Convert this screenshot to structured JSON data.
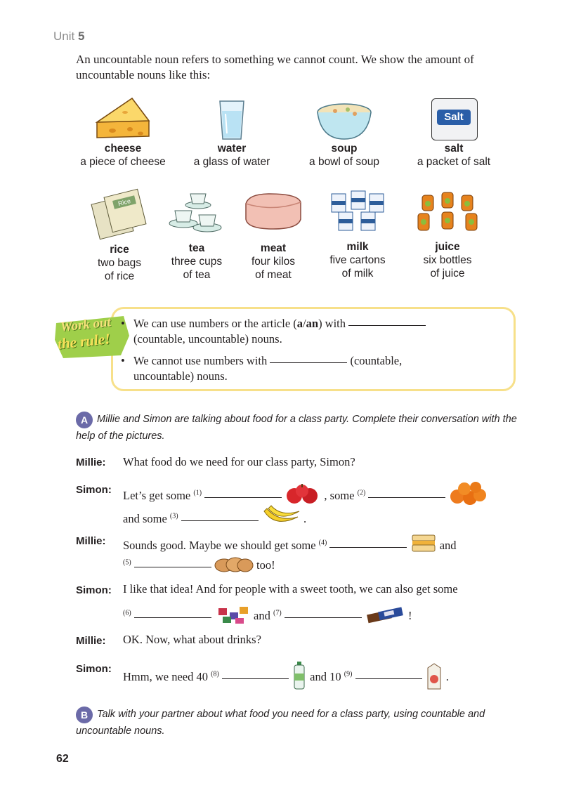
{
  "header": {
    "unit_label": "Unit",
    "unit_number": "5"
  },
  "intro": "An uncountable noun refers to something we cannot count. We show the amount of uncountable nouns like this:",
  "foods_row1": [
    {
      "name": "cheese",
      "desc": "a piece of cheese"
    },
    {
      "name": "water",
      "desc": "a glass of water"
    },
    {
      "name": "soup",
      "desc": "a bowl of soup"
    },
    {
      "name": "salt",
      "desc": "a packet of salt"
    }
  ],
  "foods_row2": [
    {
      "name": "rice",
      "desc1": "two bags",
      "desc2": "of rice"
    },
    {
      "name": "tea",
      "desc1": "three cups",
      "desc2": "of tea"
    },
    {
      "name": "meat",
      "desc1": "four kilos",
      "desc2": "of meat"
    },
    {
      "name": "milk",
      "desc1": "five cartons",
      "desc2": "of milk"
    },
    {
      "name": "juice",
      "desc1": "six bottles",
      "desc2": "of juice"
    }
  ],
  "labels": {
    "salt_pack": "Salt",
    "rice_bag": "Rice"
  },
  "work_rule": {
    "line1": "Work out",
    "line2": "the rule!"
  },
  "rules": {
    "r1_a": "We can use numbers or the article (",
    "r1_article": "a",
    "r1_slash": "/",
    "r1_article2": "an",
    "r1_b": ") with",
    "r1_c": "(countable, uncountable) nouns.",
    "r2_a": "We cannot use numbers with",
    "r2_b": "(countable,",
    "r2_c": "uncountable) nouns."
  },
  "exA": {
    "badge": "A",
    "text": "Millie and Simon are talking about food for a class party. Complete their conversation with the help of the pictures."
  },
  "dialogue": {
    "millie": "Millie:",
    "simon": "Simon:",
    "l1": "What food do we need for our class party, Simon?",
    "l2a": "Let’s get some",
    "l2b": ", some",
    "l3a": "and some",
    "l3b": ".",
    "l4a": "Sounds good. Maybe we should get some",
    "l4b": "and",
    "l5b": "too!",
    "l6": "I like that idea! And for people with a sweet tooth, we can also get some",
    "l7a": "and",
    "l7b": "!",
    "l8": "OK. Now, what about drinks?",
    "l9a": "Hmm, we need 40",
    "l9b": "and 10",
    "l9c": ".",
    "n1": "(1)",
    "n2": "(2)",
    "n3": "(3)",
    "n4": "(4)",
    "n5": "(5)",
    "n6": "(6)",
    "n7": "(7)",
    "n8": "(8)",
    "n9": "(9)"
  },
  "exB": {
    "badge": "B",
    "text": "Talk with your partner about what food you need for a class party, using countable and uncountable nouns."
  },
  "page_number": "62"
}
